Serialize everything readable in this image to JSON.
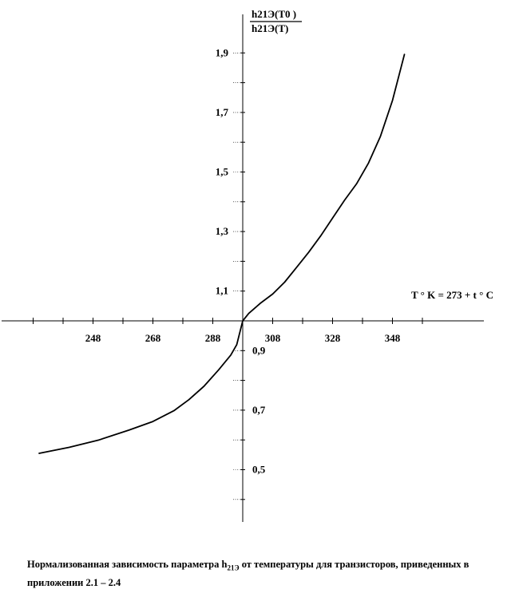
{
  "chart_data": {
    "type": "line",
    "y_axis_title": {
      "numerator": "h21Э(T0 )",
      "denominator": "h21Э(T)"
    },
    "x_axis_title": "T ° K = 273 + t ° C",
    "x_tick_labels": [
      "248",
      "268",
      "288",
      "308",
      "328",
      "348"
    ],
    "y_tick_labels": [
      "1,9",
      "1,7",
      "1,5",
      "1,3",
      "1,1",
      "0,9",
      "0,7",
      "0,5"
    ],
    "origin": {
      "x": 298,
      "y": 1.0
    },
    "series": [
      {
        "points": [
          [
            230,
            0.555
          ],
          [
            240,
            0.575
          ],
          [
            250,
            0.6
          ],
          [
            260,
            0.633
          ],
          [
            268,
            0.662
          ],
          [
            275,
            0.698
          ],
          [
            280,
            0.735
          ],
          [
            285,
            0.78
          ],
          [
            290,
            0.836
          ],
          [
            294,
            0.885
          ],
          [
            296,
            0.92
          ],
          [
            298,
            1.0
          ],
          [
            300,
            1.025
          ],
          [
            304,
            1.06
          ],
          [
            308,
            1.09
          ],
          [
            312,
            1.13
          ],
          [
            316,
            1.18
          ],
          [
            320,
            1.23
          ],
          [
            324,
            1.285
          ],
          [
            328,
            1.345
          ],
          [
            332,
            1.405
          ],
          [
            336,
            1.46
          ],
          [
            340,
            1.53
          ],
          [
            344,
            1.62
          ],
          [
            348,
            1.74
          ],
          [
            352,
            1.895
          ]
        ]
      }
    ]
  },
  "caption": {
    "part1": "Нормализованная зависимость параметра h",
    "sub": "21Э",
    "part2": " от температуры для транзисторов, приведенных в приложении 2.1 – 2.4"
  }
}
